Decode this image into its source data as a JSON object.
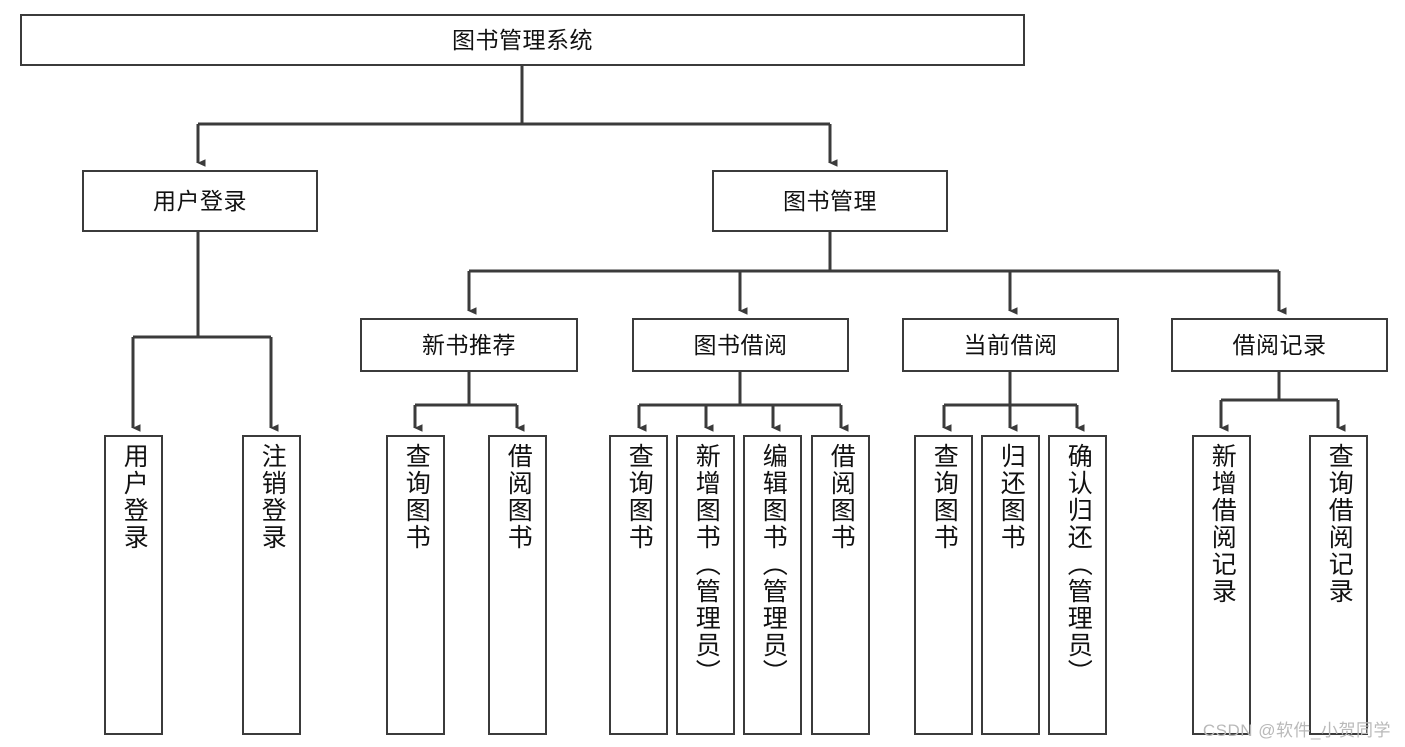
{
  "diagram": {
    "type": "tree",
    "title": "图书管理系统",
    "theme": {
      "box_border": "#3b3b3b",
      "box_fill": "#ffffff",
      "edge_color": "#3b3b3b",
      "text_color": "#111111",
      "background": "#ffffff",
      "watermark_color": "#b9b9b9"
    },
    "root": {
      "label": "图书管理系统"
    },
    "level2": [
      {
        "label": "用户登录"
      },
      {
        "label": "图书管理"
      }
    ],
    "level3": [
      {
        "label": "新书推荐"
      },
      {
        "label": "图书借阅"
      },
      {
        "label": "当前借阅"
      },
      {
        "label": "借阅记录"
      }
    ],
    "leaves": [
      {
        "label": "用户登录",
        "parent": "用户登录"
      },
      {
        "label": "注销登录",
        "parent": "用户登录"
      },
      {
        "label": "查询图书",
        "parent": "新书推荐"
      },
      {
        "label": "借阅图书",
        "parent": "新书推荐"
      },
      {
        "label": "查询图书",
        "parent": "图书借阅"
      },
      {
        "label": "新增图书（管理员）",
        "parent": "图书借阅"
      },
      {
        "label": "编辑图书（管理员）",
        "parent": "图书借阅"
      },
      {
        "label": "借阅图书",
        "parent": "图书借阅"
      },
      {
        "label": "查询图书",
        "parent": "当前借阅"
      },
      {
        "label": "归还图书",
        "parent": "当前借阅"
      },
      {
        "label": "确认归还（管理员）",
        "parent": "当前借阅"
      },
      {
        "label": "新增借阅记录",
        "parent": "借阅记录"
      },
      {
        "label": "查询借阅记录",
        "parent": "借阅记录"
      }
    ],
    "watermark": "CSDN @软件_小贺同学"
  }
}
